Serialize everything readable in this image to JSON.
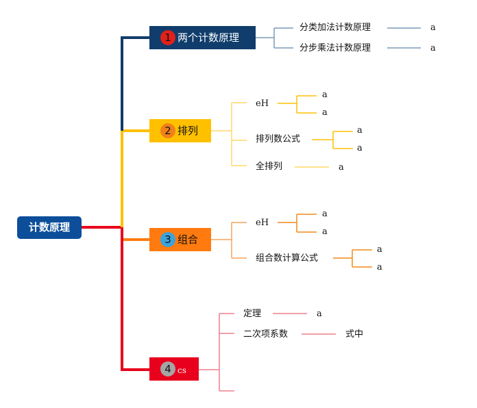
{
  "root": {
    "label": "计数原理"
  },
  "branches": [
    {
      "number": "1",
      "label": "两个计数原理",
      "children": [
        {
          "label": "分类加法计数原理",
          "leaf": "a"
        },
        {
          "label": "分步乘法计数原理",
          "leaf": "a"
        }
      ]
    },
    {
      "number": "2",
      "label": "排列",
      "children": [
        {
          "label": "eH",
          "leaves": [
            "a",
            "a"
          ]
        },
        {
          "label": "排列数公式",
          "leaves": [
            "a",
            "a"
          ]
        },
        {
          "label": "全排列",
          "leaf": "a"
        }
      ]
    },
    {
      "number": "3",
      "label": "组合",
      "children": [
        {
          "label": "eH",
          "leaves": [
            "a",
            "a"
          ]
        },
        {
          "label": "组合数计算公式",
          "leaves": [
            "a",
            "a"
          ]
        }
      ]
    },
    {
      "number": "4",
      "label": "cs",
      "children": [
        {
          "label": "定理",
          "leaf": "a"
        },
        {
          "label": "二次项系数",
          "leaf": "式中"
        },
        {
          "label": ""
        }
      ]
    }
  ],
  "colors": {
    "root": "#0c4e9a",
    "branch1": "#103d6b",
    "branch2": "#ffc000",
    "branch3": "#ff7a0f",
    "branch4": "#e8001c",
    "branch1_sub": "#7a9ab8",
    "branch2_sub": "#ffd966",
    "branch3_sub": "#f4a45a",
    "branch4_sub": "#ee7f8b"
  }
}
